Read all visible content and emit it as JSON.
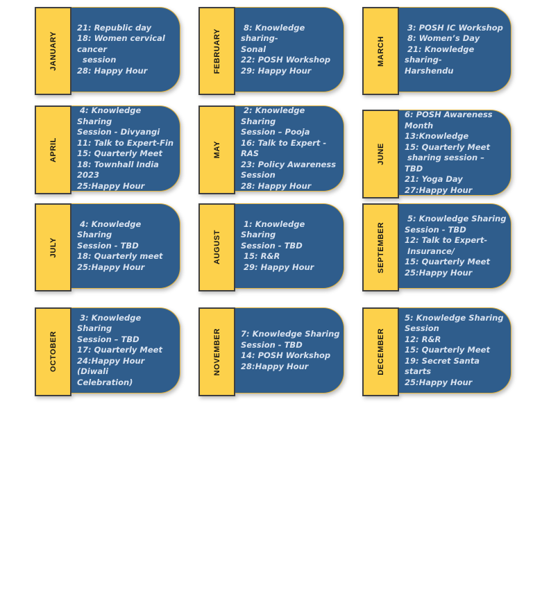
{
  "title": "Yearly events calendar",
  "colors": {
    "tab_bg": "#FDD14B",
    "tab_border": "#3F3F3F",
    "card_bg": "#2F5D8C",
    "panel_border": "#E0B13C",
    "event_text": "#D8E2F0",
    "month_text": "#161616",
    "page_bg": "#FFFFFF"
  },
  "months": [
    {
      "name": "JANUARY",
      "lines": [
        "21: Republic day",
        "18: Women cervical cancer",
        "  session",
        "28: Happy Hour"
      ]
    },
    {
      "name": "FEBRUARY",
      "lines": [
        " 8: Knowledge sharing-",
        "Sonal",
        "22: POSH Workshop",
        "29: Happy Hour"
      ]
    },
    {
      "name": "MARCH",
      "lines": [
        " 3: POSH IC Workshop",
        " 8: Women’s Day",
        " 21: Knowledge sharing-",
        "Harshendu"
      ]
    },
    {
      "name": "APRIL",
      "lines": [
        " 4: Knowledge Sharing",
        "Session - Divyangi",
        "11: Talk to Expert-Fin",
        "15: Quarterly Meet",
        "18: Townhall India 2023",
        "25:Happy Hour"
      ]
    },
    {
      "name": "MAY",
      "lines": [
        " 2: Knowledge Sharing",
        "Session – Pooja",
        "16: Talk to Expert - RAS",
        "23: Policy Awareness",
        "Session",
        "28: Happy Hour"
      ]
    },
    {
      "name": "JUNE",
      "lines": [
        "6: POSH Awareness",
        "Month",
        "13:Knowledge",
        "15: Quarterly Meet",
        " sharing session –",
        "TBD",
        "21: Yoga Day",
        "27:Happy Hour"
      ]
    },
    {
      "name": "JULY",
      "lines": [
        " 4: Knowledge Sharing",
        "Session - TBD",
        "18: Quarterly meet",
        "25:Happy Hour"
      ]
    },
    {
      "name": "AUGUST",
      "lines": [
        " 1: Knowledge Sharing",
        "Session - TBD",
        " 15: R&R",
        " 29: Happy Hour"
      ]
    },
    {
      "name": "SEPTEMBER",
      "lines": [
        " 5: Knowledge Sharing",
        "Session - TBD",
        "12: Talk to Expert-",
        " Insurance/",
        "15: Quarterly Meet",
        "25:Happy Hour"
      ]
    },
    {
      "name": "OCTOBER",
      "lines": [
        " 3: Knowledge Sharing",
        "Session – TBD",
        "17: Quarterly Meet",
        "24:Happy Hour (Diwali",
        "Celebration)"
      ]
    },
    {
      "name": "NOVEMBER",
      "lines": [
        "7: Knowledge Sharing",
        "Session - TBD",
        "14: POSH Workshop",
        "28:Happy Hour"
      ]
    },
    {
      "name": "DECEMBER",
      "lines": [
        "5: Knowledge Sharing",
        "Session",
        "12: R&R",
        "15: Quarterly Meet",
        "19: Secret Santa starts",
        "25:Happy Hour"
      ]
    }
  ]
}
